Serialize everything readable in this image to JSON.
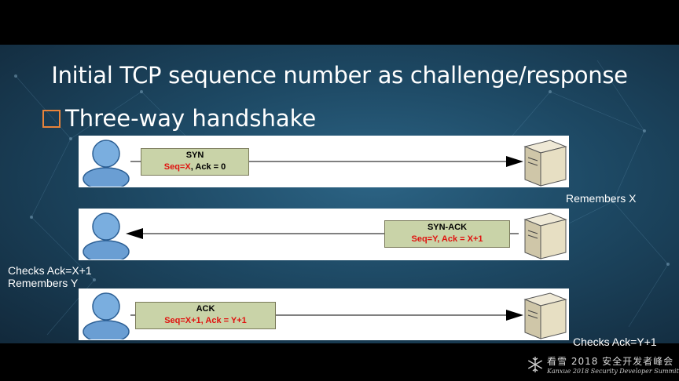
{
  "slide": {
    "title": "Initial TCP sequence number as challenge/response",
    "bullet": "Three-way handshake"
  },
  "steps": [
    {
      "name": "SYN",
      "line1": "SYN",
      "line2_red": "Seq=X",
      "line2_black": ", Ack = 0",
      "direction": "right"
    },
    {
      "name": "SYN-ACK",
      "line1": "SYN-ACK",
      "line2_red": "Seq=Y, Ack = X+1",
      "line2_black": "",
      "direction": "left"
    },
    {
      "name": "ACK",
      "line1": "ACK",
      "line2_red": "Seq=X+1,  Ack = Y+1",
      "line2_black": "",
      "direction": "right"
    }
  ],
  "notes": {
    "server_step1": "Remembers X",
    "client_step2_line1": "Checks Ack=X+1",
    "client_step2_line2": "Remembers Y",
    "server_step3": "Checks Ack=Y+1"
  },
  "footer": {
    "brand_cn": "看雪 2018 安全开发者峰会",
    "brand_en": "Kanxue 2018 Security Developer Summit"
  },
  "colors": {
    "accent_red": "#e0120f",
    "label_bg": "#c9d3a8",
    "bullet_box": "#e8833a"
  }
}
